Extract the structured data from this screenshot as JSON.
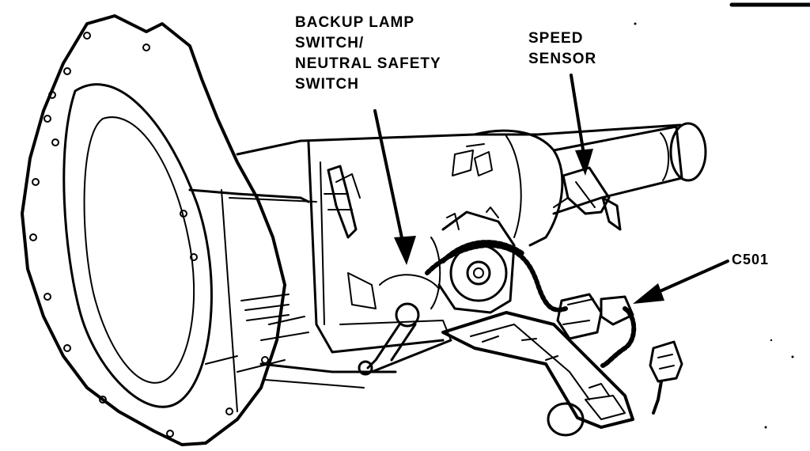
{
  "labels": {
    "backup_switch": [
      "BACKUP LAMP",
      "SWITCH/",
      "NEUTRAL SAFETY",
      "SWITCH"
    ],
    "speed_sensor": [
      "SPEED",
      "SENSOR"
    ],
    "connector": "C501"
  },
  "colors": {
    "ink": "#000000",
    "paper": "#ffffff"
  }
}
